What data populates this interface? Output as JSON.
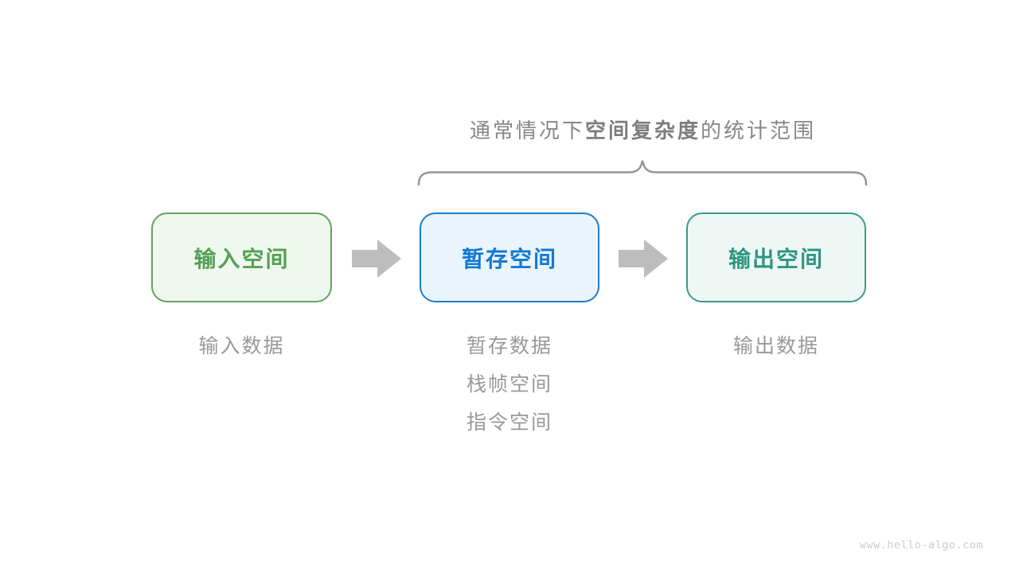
{
  "page": {
    "background": "#ffffff",
    "watermark": "www.hello-algo.com"
  },
  "title": {
    "prefix": "通常情况下",
    "keyword": "空间复杂度",
    "suffix": "的统计范围",
    "color": "#878787"
  },
  "brace": {
    "color": "#969696"
  },
  "arrow": {
    "color": "#bdbdbd"
  },
  "boxes": [
    {
      "label": "输入空间",
      "border_color": "#63a35f",
      "fill_color": "#f0f7ee",
      "text_color": "#55a055"
    },
    {
      "label": "暂存空间",
      "border_color": "#1a7ecd",
      "fill_color": "#eaf4fc",
      "text_color": "#1179d3"
    },
    {
      "label": "输出空间",
      "border_color": "#3c998a",
      "fill_color": "#eef7f4",
      "text_color": "#2d9682"
    }
  ],
  "notes": [
    {
      "items": [
        "输入数据"
      ]
    },
    {
      "items": [
        "暂存数据",
        "栈帧空间",
        "指令空间"
      ]
    },
    {
      "items": [
        "输出数据"
      ]
    }
  ]
}
